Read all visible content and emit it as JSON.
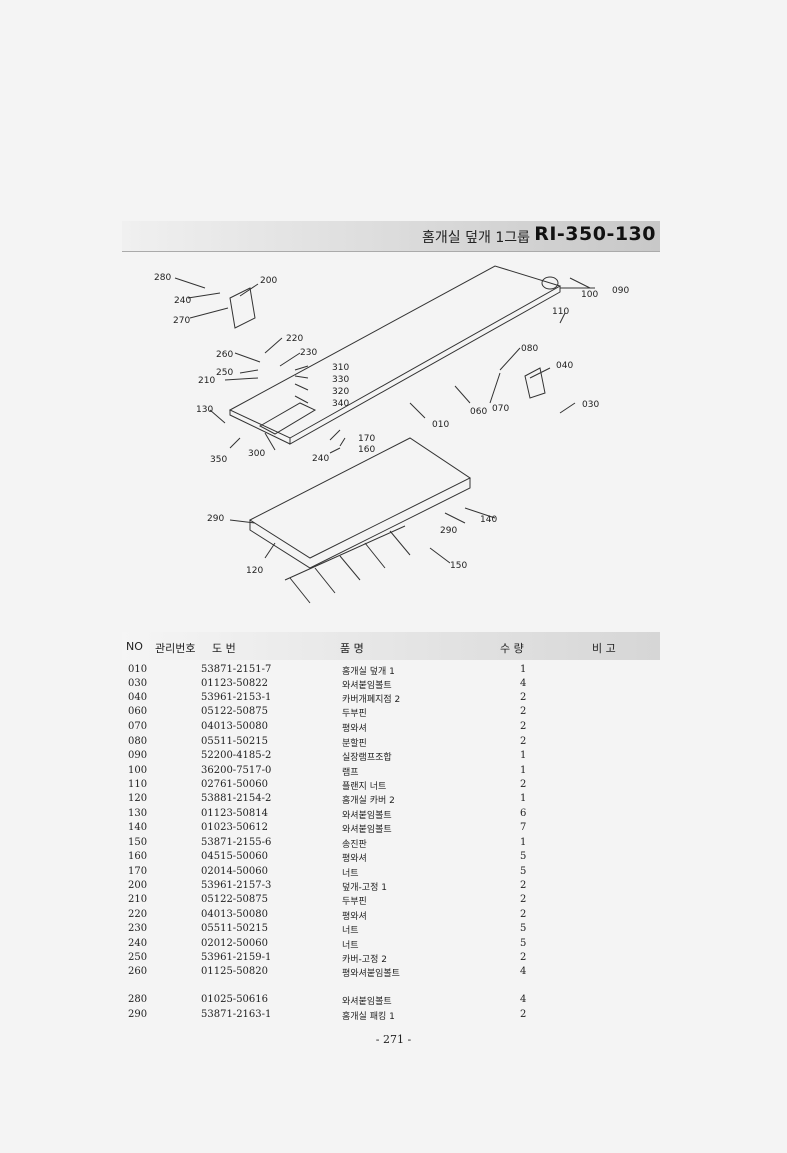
{
  "header": {
    "title": "홈개실 덮개 1그룹",
    "model": "RI-350-130"
  },
  "diagram": {
    "callouts": [
      "280",
      "200",
      "240",
      "270",
      "220",
      "230",
      "260",
      "250",
      "210",
      "310",
      "330",
      "320",
      "340",
      "130",
      "350",
      "300",
      "240",
      "170",
      "160",
      "010",
      "060",
      "070",
      "080",
      "040",
      "030",
      "090",
      "100",
      "110",
      "290",
      "140",
      "290",
      "120",
      "150"
    ]
  },
  "table": {
    "headers": {
      "no": "NO",
      "mgmt": "관리번호",
      "part": "도   번",
      "name": "품          명",
      "qty": "수   량",
      "remark": "비 고"
    },
    "rows": [
      {
        "no": "010",
        "part": "53871-2151-7",
        "name": "홈개실 덮개 1",
        "qty": "1"
      },
      {
        "no": "030",
        "part": "01123-50822",
        "name": "와셔붙임볼트",
        "qty": "4"
      },
      {
        "no": "040",
        "part": "53961-2153-1",
        "name": "카버개폐지점 2",
        "qty": "2"
      },
      {
        "no": "060",
        "part": "05122-50875",
        "name": "두부핀",
        "qty": "2"
      },
      {
        "no": "070",
        "part": "04013-50080",
        "name": "평와셔",
        "qty": "2"
      },
      {
        "no": "080",
        "part": "05511-50215",
        "name": "분할핀",
        "qty": "2"
      },
      {
        "no": "090",
        "part": "52200-4185-2",
        "name": "실장램프조합",
        "qty": "1"
      },
      {
        "no": "100",
        "part": "36200-7517-0",
        "name": "램프",
        "qty": "1"
      },
      {
        "no": "110",
        "part": "02761-50060",
        "name": "플랜지 너트",
        "qty": "2"
      },
      {
        "no": "120",
        "part": "53881-2154-2",
        "name": "홈개실 카버 2",
        "qty": "1"
      },
      {
        "no": "130",
        "part": "01123-50814",
        "name": "와셔붙임볼트",
        "qty": "6"
      },
      {
        "no": "140",
        "part": "01023-50612",
        "name": "와셔붙임볼트",
        "qty": "7"
      },
      {
        "no": "150",
        "part": "53871-2155-6",
        "name": "송진판",
        "qty": "1"
      },
      {
        "no": "160",
        "part": "04515-50060",
        "name": "평와셔",
        "qty": "5"
      },
      {
        "no": "170",
        "part": "02014-50060",
        "name": "너트",
        "qty": "5"
      },
      {
        "no": "200",
        "part": "53961-2157-3",
        "name": "덮개-고정 1",
        "qty": "2"
      },
      {
        "no": "210",
        "part": "05122-50875",
        "name": "두부핀",
        "qty": "2"
      },
      {
        "no": "220",
        "part": "04013-50080",
        "name": "평와셔",
        "qty": "2"
      },
      {
        "no": "230",
        "part": "05511-50215",
        "name": "너트",
        "qty": "5"
      },
      {
        "no": "240",
        "part": "02012-50060",
        "name": "너트",
        "qty": "5"
      },
      {
        "no": "250",
        "part": "53961-2159-1",
        "name": "카버-고정 2",
        "qty": "2"
      },
      {
        "no": "260",
        "part": "01125-50820",
        "name": "평와셔붙임볼트",
        "qty": "4"
      },
      {
        "no": "280",
        "part": "01025-50616",
        "name": "와셔붙임볼트",
        "qty": "4"
      },
      {
        "no": "290",
        "part": "53871-2163-1",
        "name": "홈개실 패킹 1",
        "qty": "2"
      }
    ]
  },
  "footer": {
    "page_number": "- 271 -"
  }
}
